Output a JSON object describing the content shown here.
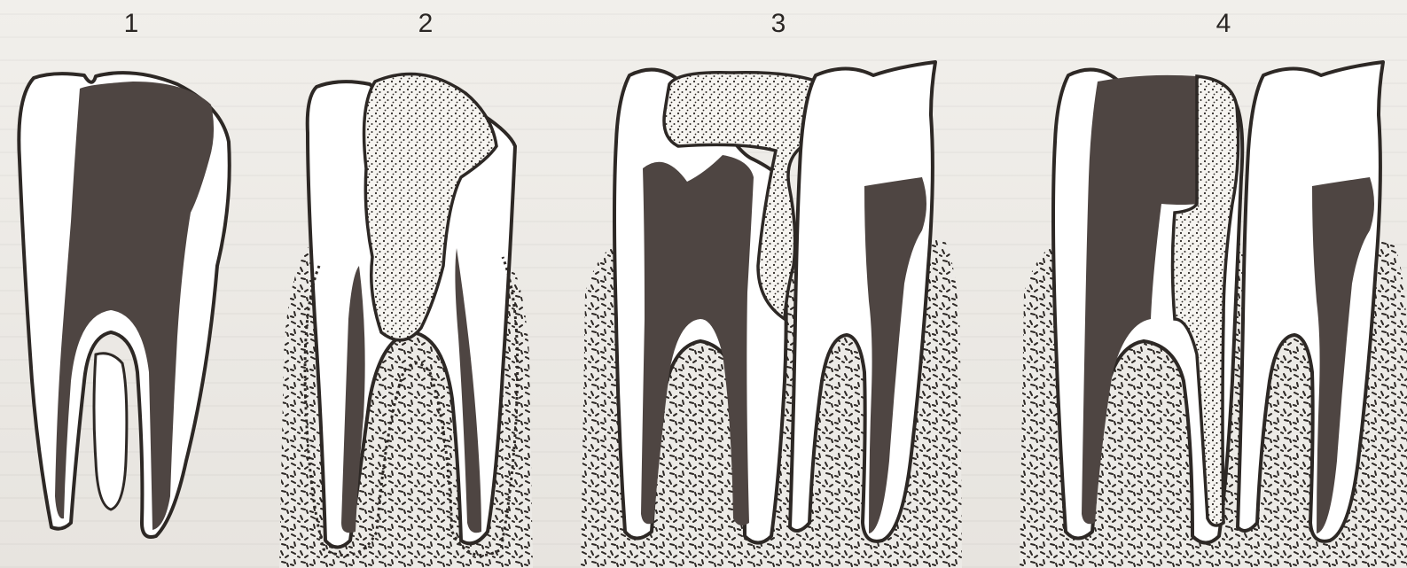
{
  "figure": {
    "panel_labels": [
      "1",
      "2",
      "3",
      "4"
    ]
  },
  "colors": {
    "pulp": "#4e4542",
    "enamel": "#ffffff",
    "outline": "#2d2825",
    "background": "#eceae6"
  }
}
